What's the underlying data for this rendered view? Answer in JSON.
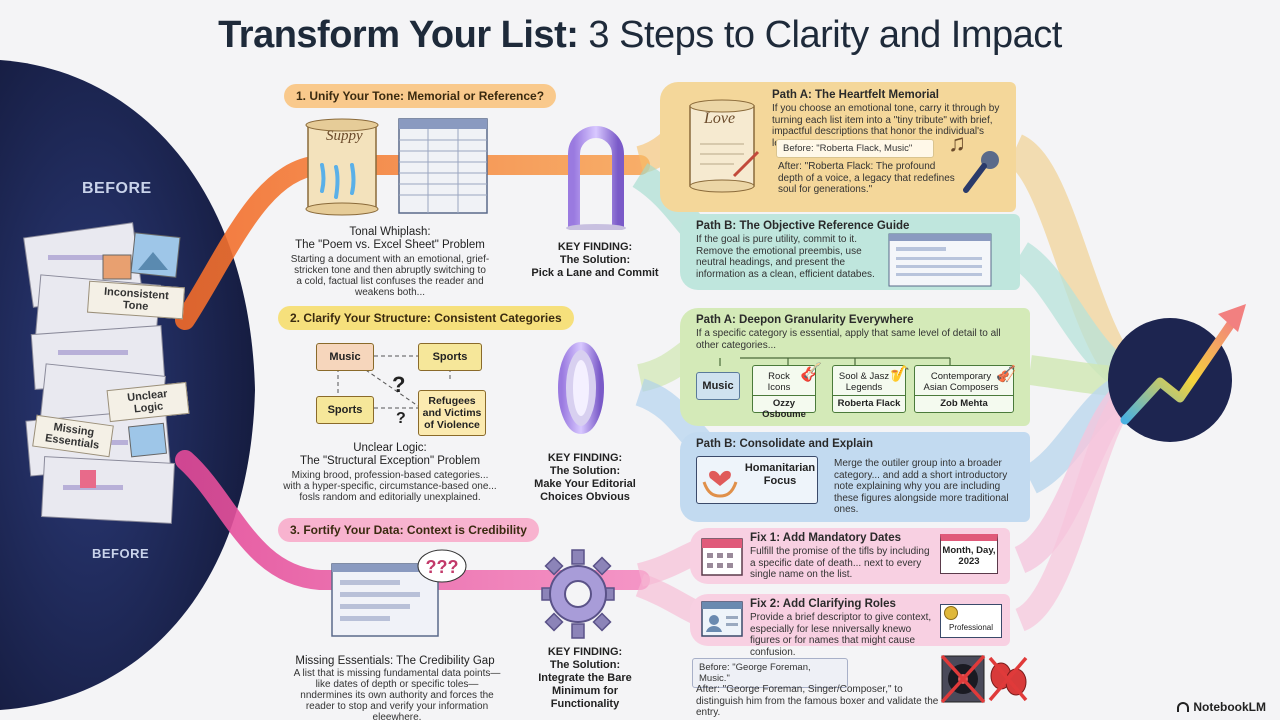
{
  "title": {
    "strong": "Transform Your List:",
    "rest": " 3 Steps to Clarity and Impact"
  },
  "left": {
    "before_top": "BEFORE",
    "before_bottom": "BEFORE",
    "tags": [
      "Inconsistent Tone",
      "Unclear Logic",
      "Missing Essentials"
    ]
  },
  "steps": [
    {
      "chip": "1. Unify Your Tone: Memorial or Reference?",
      "scroll_text": "Suppy",
      "problem_line1": "Tonal Whiplash:",
      "problem_line2": "The \"Poem vs. Excel Sheet\" Problem",
      "desc": "Starting a document with an emotional, grief-stricken tone and then abruptly switching to a cold, factual list confuses the reader and weakens both...",
      "kf_label": "KEY FINDING:",
      "kf_solution": "The Solution:",
      "kf_text": "Pick a Lane and Commit"
    },
    {
      "chip": "2. Clarify Your Structure: Consistent Categories",
      "categories": [
        "Music",
        "Sports",
        "Sports",
        "Refugees and Victims of Violence"
      ],
      "problem_line1": "Unclear Logic:",
      "problem_line2": "The \"Structural Exception\" Problem",
      "desc": "Mixing brood, profession-based categories... with a hyper-specific, circumstance-based one... fosls random and editorially unexplained.",
      "kf_label": "KEY FINDING:",
      "kf_solution": "The Solution:",
      "kf_text": "Make Your Editorial Choices Obvious"
    },
    {
      "chip": "3. Fortify Your Data: Context is Credibility",
      "problem_line1": "Missing Essentials: The Credibility Gap",
      "desc": "A list that is missing fundamental data points—like dates of depth or specific toles—nndermines its own authority and forces the reader to stop and verify your information eleewhere.",
      "kf_label": "KEY FINDING:",
      "kf_solution": "The Solution:",
      "kf_text": "Integrate the Bare Minimum for Functionality"
    }
  ],
  "panels": {
    "a1": {
      "title": "Path A: The Heartfelt Memorial",
      "body": "If you choose an emotional tone, carry it through by turning each list item into a \"tiny tribute\" with brief, impactful descriptions that honor the individual's legacy.",
      "before": "Before: \"Roberta Flack, Music\"",
      "after": "After: \"Roberta Flack: The profound depth of a voice, a legacy that redefines soul for generations.\"",
      "scroll_text": "Love"
    },
    "b1": {
      "title": "Path B: The Objective Reference Guide",
      "body": "If the goal is pure utility, commit to it. Remove the emotional preembis, use neutral headings, and present the information as a clean, efficient databes."
    },
    "a2": {
      "title": "Path A: Deepon Granularity Everywhere",
      "body": "If a specific category is essential, apply that same level of detail to all other categories...",
      "root": "Music",
      "groups": [
        {
          "label": "Rock Icons",
          "name": "Ozzy Osboume"
        },
        {
          "label": "Sool & Jasz Legends",
          "name": "Roberta Flack"
        },
        {
          "label": "Contemporary Asian Composers",
          "name": "Zob Mehta"
        }
      ]
    },
    "b2": {
      "title": "Path B: Consolidate and Explain",
      "focus": "Homanitarian Focus",
      "body": "Merge the outiler group into a broader category... and add a short introductory note explaining why you are including these figures alongside more traditional ones."
    },
    "fix1": {
      "title": "Fix 1: Add Mandatory Dates",
      "body": "Fulfill the promise of the tifls by including a specific date of death... next to every single name on the list.",
      "date": "Month, Day, 2023"
    },
    "fix2": {
      "title": "Fix 2: Add Clarifying Roles",
      "body": "Provide a brief descriptor to give context, especially for lese nniversally knewo figures or for names that might cause confusion.",
      "badge": "Professional"
    },
    "example": {
      "before": "Before: \"George Foreman, Music.\"",
      "after": "After: \"George Foreman, Singer/Composer,\" to distinguish him from the famous boxer and validate the entry."
    }
  },
  "brand": "NotebookLM",
  "colors": {
    "orange": "#f58a3a",
    "yellow": "#f5d33a",
    "pink": "#ee5ca5",
    "gold_panel": "#f4d79a",
    "teal_panel": "#bfe6dd",
    "green_panel": "#d4eab8",
    "blue_panel": "#c2daf0",
    "pink_panel": "#f8d0e2",
    "navy": "#1d2550"
  }
}
